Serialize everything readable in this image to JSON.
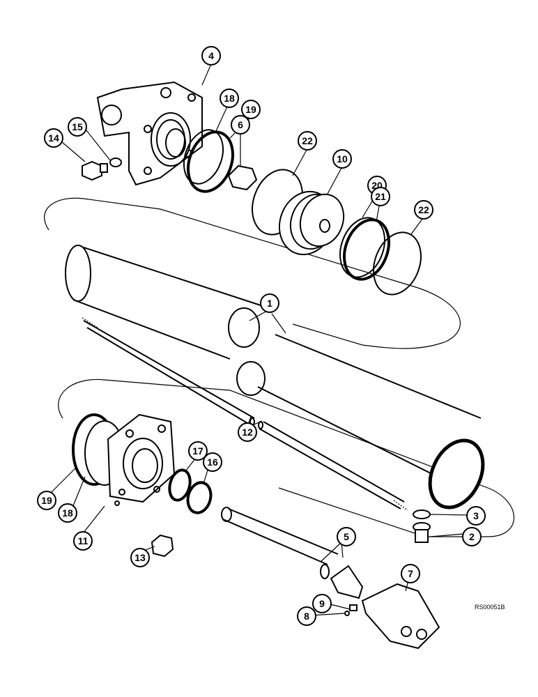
{
  "diagram": {
    "reference_code": "RS00051B",
    "callouts": [
      {
        "id": "c4",
        "label": "4"
      },
      {
        "id": "c18a",
        "label": "18"
      },
      {
        "id": "c19a",
        "label": "19"
      },
      {
        "id": "c15",
        "label": "15"
      },
      {
        "id": "c14",
        "label": "14"
      },
      {
        "id": "c6",
        "label": "6"
      },
      {
        "id": "c22a",
        "label": "22"
      },
      {
        "id": "c10",
        "label": "10"
      },
      {
        "id": "c20",
        "label": "20"
      },
      {
        "id": "c21",
        "label": "21"
      },
      {
        "id": "c22b",
        "label": "22"
      },
      {
        "id": "c1",
        "label": "1"
      },
      {
        "id": "c12",
        "label": "12"
      },
      {
        "id": "c17",
        "label": "17"
      },
      {
        "id": "c16",
        "label": "16"
      },
      {
        "id": "c19b",
        "label": "19"
      },
      {
        "id": "c18b",
        "label": "18"
      },
      {
        "id": "c11",
        "label": "11"
      },
      {
        "id": "c13",
        "label": "13"
      },
      {
        "id": "c5",
        "label": "5"
      },
      {
        "id": "c3",
        "label": "3"
      },
      {
        "id": "c2",
        "label": "2"
      },
      {
        "id": "c7",
        "label": "7"
      },
      {
        "id": "c9",
        "label": "9"
      },
      {
        "id": "c8",
        "label": "8"
      }
    ]
  }
}
